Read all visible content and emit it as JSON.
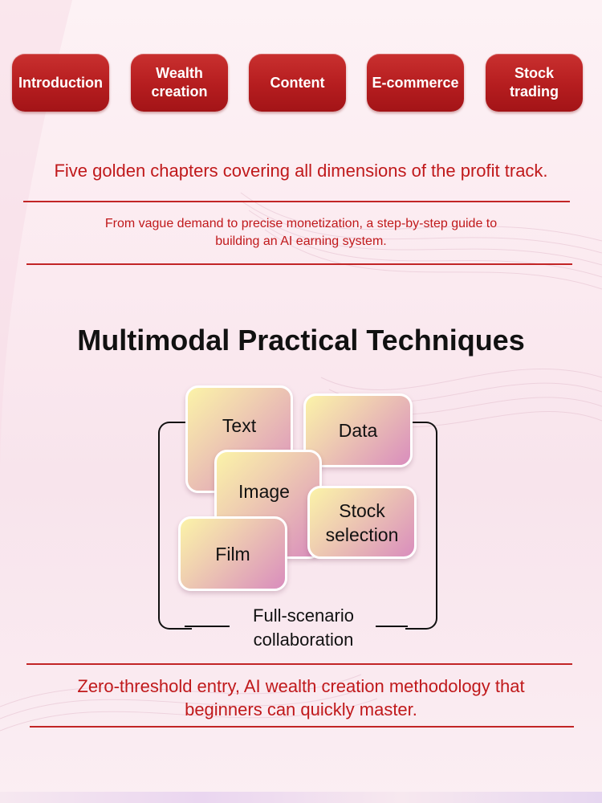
{
  "chapters": [
    {
      "line1": "Introduction",
      "line2": ""
    },
    {
      "line1": "Wealth",
      "line2": "creation"
    },
    {
      "line1": "Content",
      "line2": ""
    },
    {
      "line1": "E-commerce",
      "line2": ""
    },
    {
      "line1": "Stock",
      "line2": "trading"
    }
  ],
  "tagline": "Five golden chapters covering all dimensions of the profit track.",
  "subtitle": {
    "line1": "From vague demand to precise monetization, a step-by-step guide to",
    "line2": "building an AI earning system."
  },
  "section_title": "Multimodal Practical Techniques",
  "modalities": {
    "text": "Text",
    "data": "Data",
    "image": "Image",
    "stock_line1": "Stock",
    "stock_line2": "selection",
    "film": "Film"
  },
  "collaboration": {
    "line1": "Full-scenario",
    "line2": "collaboration"
  },
  "closing": {
    "line1": "Zero-threshold entry, AI wealth creation methodology that",
    "line2": "beginners can quickly master."
  },
  "colors": {
    "accent_red": "#c0191b",
    "button_red": "#b51d1f"
  }
}
